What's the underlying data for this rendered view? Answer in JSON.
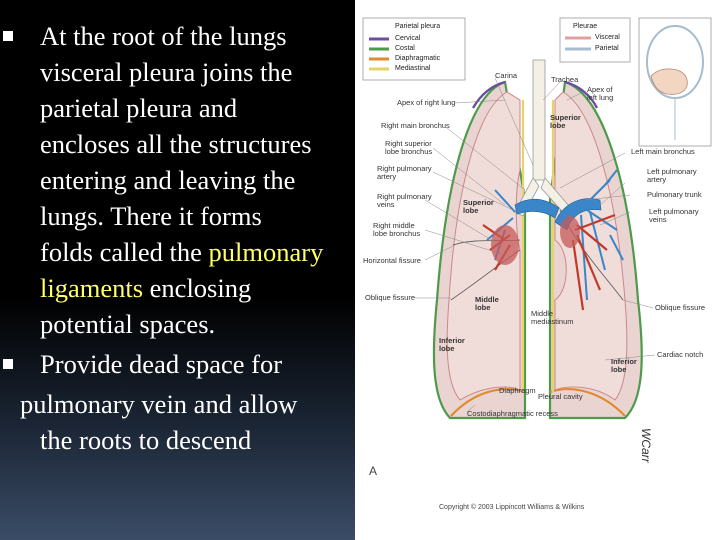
{
  "text": {
    "bullet1_lines": [
      "At the root of the lungs",
      "visceral pleura joins the",
      "parietal pleura and",
      "encloses all the structures",
      "entering and leaving the",
      "lungs. There  it forms",
      "folds called the "
    ],
    "bullet1_highlight1": "pulmonary",
    "bullet1_highlight2": "ligaments",
    "bullet1_tail1": " enclosing",
    "bullet1_tail2": "potential spaces.",
    "bullet2_line1": "Provide dead space for",
    "bullet2_line2": "pulmonary vein and allow",
    "bullet2_line3": "the roots to descend"
  },
  "figure": {
    "legend_parietal": {
      "title": "Parietal pleura",
      "items": [
        {
          "label": "Cervical",
          "color": "#6a4ea0"
        },
        {
          "label": "Costal",
          "color": "#4f9a4a"
        },
        {
          "label": "Diaphragmatic",
          "color": "#e08a2c"
        },
        {
          "label": "Mediastinal",
          "color": "#e8d26a"
        }
      ]
    },
    "legend_pleurae": {
      "title": "Pleurae",
      "items": [
        {
          "label": "Visceral",
          "color": "#e0a0a0"
        },
        {
          "label": "Parietal",
          "color": "#a8bcd0"
        }
      ]
    },
    "labels": {
      "carina": "Carina",
      "trachea": "Trachea",
      "apex_left": "Apex of\nleft lung",
      "apex_right": "Apex of right lung",
      "right_main_bronchus": "Right main bronchus",
      "right_superior_lobe_bronchus": "Right superior\nlobe bronchus",
      "right_pulmonary_artery": "Right pulmonary\nartery",
      "right_pulmonary_veins": "Right pulmonary\nveins",
      "right_middle_lobe_bronchus": "Right middle\nlobe bronchus",
      "horizontal_fissure": "Horizontal fissure",
      "oblique_fissure_right": "Oblique fissure",
      "superior_lobe_left": "Superior\nlobe",
      "superior_lobe_right": "Superior\nlobe",
      "left_main_bronchus": "Left main bronchus",
      "left_pulmonary_artery": "Left pulmonary\nartery",
      "pulmonary_trunk": "Pulmonary trunk",
      "left_pulmonary_veins": "Left pulmonary\nveins",
      "middle_lobe": "Middle\nlobe",
      "middle_mediastinum": "Middle\nmediastinum",
      "oblique_fissure_left": "Oblique fissure",
      "inferior_lobe_right": "Inferior\nlobe",
      "inferior_lobe_left": "Inferior\nlobe",
      "cardiac_notch": "Cardiac notch",
      "diaphragm": "Diaphragm",
      "pleural_cavity": "Pleural cavity",
      "costodiaphragmatic_recess": "Costodiaphragmatic recess"
    },
    "panel_letter": "A",
    "signature": "WCarr",
    "copyright": "Copyright © 2003 Lippincott Williams & Wilkins"
  }
}
